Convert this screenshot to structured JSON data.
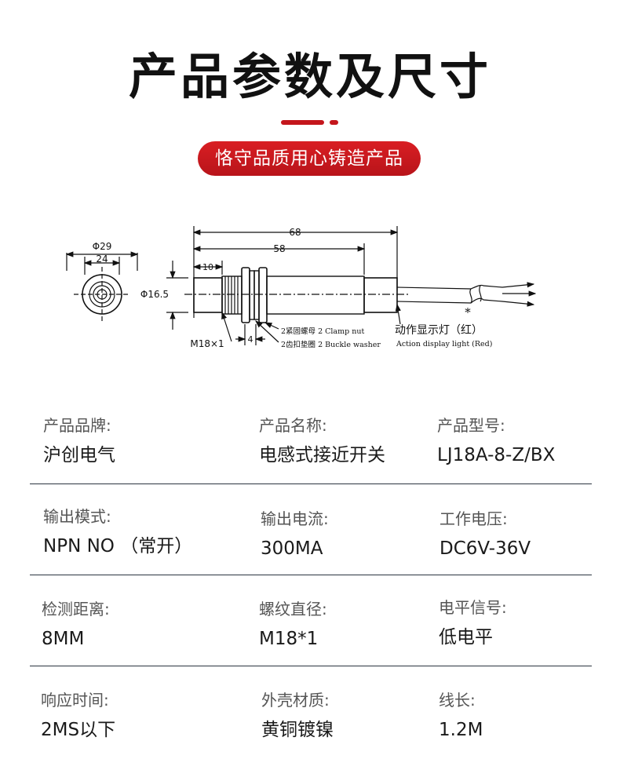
{
  "header": {
    "title": "产品参数及尺寸",
    "tagline": "恪守品质用心铸造产品"
  },
  "drawing": {
    "phi29": "Φ29",
    "dim24": "24",
    "dim68": "68",
    "dim58": "58",
    "dim10": "10",
    "phi165": "Φ16.5",
    "thread": "M18×1",
    "dim4": "4",
    "clamp_nut": "2紧固螺母 2 Clamp nut",
    "buckle_washer": "2齿扣垫圈 2 Buckle washer",
    "light_cn": "动作显示灯（红）",
    "light_en": "Action display light (Red)",
    "asterisk": "*"
  },
  "specs": [
    [
      {
        "label": "产品品牌:",
        "value": "沪创电气"
      },
      {
        "label": "产品名称:",
        "value": "电感式接近开关"
      },
      {
        "label": "产品型号:",
        "value": "LJ18A-8-Z/BX"
      }
    ],
    [
      {
        "label": "输出模式:",
        "value": "NPN NO （常开）"
      },
      {
        "label": "输出电流:",
        "value": "300MA"
      },
      {
        "label": "工作电压:",
        "value": "DC6V-36V"
      }
    ],
    [
      {
        "label": "检测距离:",
        "value": "8MM"
      },
      {
        "label": "螺纹直径:",
        "value": "M18*1"
      },
      {
        "label": "电平信号:",
        "value": "低电平"
      }
    ],
    [
      {
        "label": "响应时间:",
        "value": "2MS以下"
      },
      {
        "label": "外壳材质:",
        "value": "黄铜镀镍"
      },
      {
        "label": "线长:",
        "value": "1.2M"
      }
    ]
  ]
}
